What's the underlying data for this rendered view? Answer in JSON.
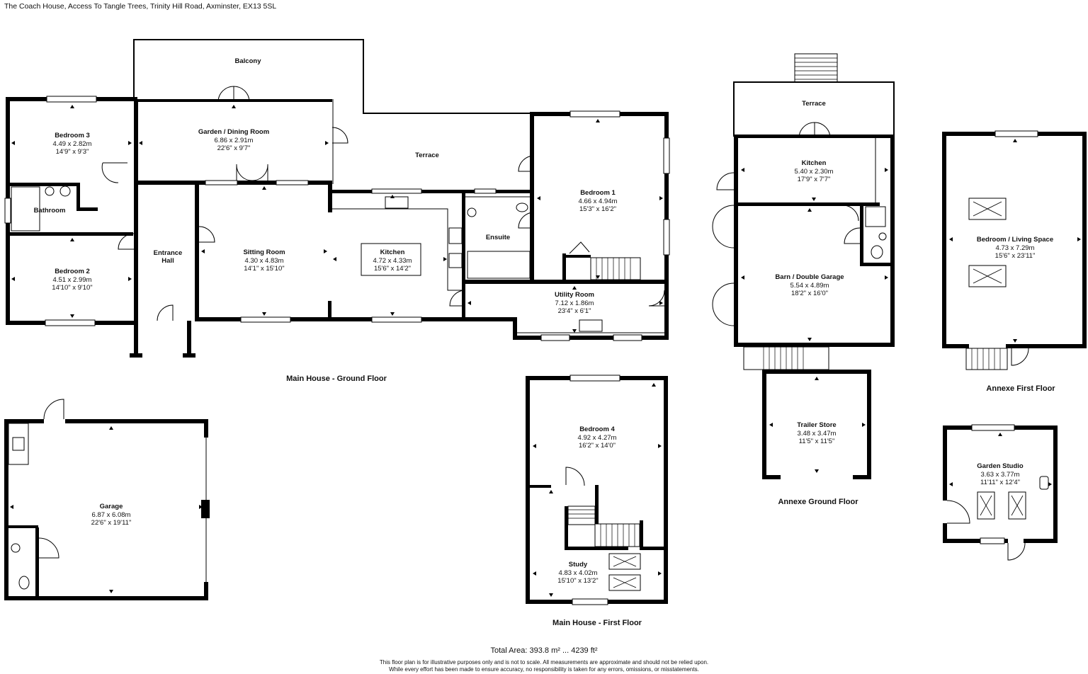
{
  "header": {
    "address": "The Coach House, Access To Tangle Trees, Trinity Hill Road, Axminster, EX13 5SL"
  },
  "sections": {
    "main_ground": "Main House - Ground Floor",
    "main_first": "Main House - First Floor",
    "annexe_ground": "Annexe Ground Floor",
    "annexe_first": "Annexe First Floor"
  },
  "rooms": {
    "balcony": {
      "name": "Balcony"
    },
    "bedroom3": {
      "name": "Bedroom 3",
      "metric": "4.49 x 2.82m",
      "imperial": "14'9\" x 9'3\""
    },
    "garden_dining": {
      "name": "Garden / Dining Room",
      "metric": "6.86 x 2.91m",
      "imperial": "22'6\" x 9'7\""
    },
    "terrace_main": {
      "name": "Terrace"
    },
    "bedroom1": {
      "name": "Bedroom 1",
      "metric": "4.66 x 4.94m",
      "imperial": "15'3\" x 16'2\""
    },
    "bathroom": {
      "name": "Bathroom"
    },
    "ensuite": {
      "name": "Ensuite"
    },
    "entrance_hall": {
      "name1": "Entrance",
      "name2": "Hall"
    },
    "sitting": {
      "name": "Sitting Room",
      "metric": "4.30 x 4.83m",
      "imperial": "14'1\" x 15'10\""
    },
    "kitchen_main": {
      "name": "Kitchen",
      "metric": "4.72 x 4.33m",
      "imperial": "15'6\" x 14'2\""
    },
    "bedroom2": {
      "name": "Bedroom 2",
      "metric": "4.51 x 2.99m",
      "imperial": "14'10\" x 9'10\""
    },
    "utility": {
      "name": "Utility Room",
      "metric": "7.12 x 1.86m",
      "imperial": "23'4\" x 6'1\""
    },
    "garage": {
      "name": "Garage",
      "metric": "6.87 x 6.08m",
      "imperial": "22'6\" x 19'11\""
    },
    "bedroom4": {
      "name": "Bedroom 4",
      "metric": "4.92 x 4.27m",
      "imperial": "16'2\" x 14'0\""
    },
    "study": {
      "name": "Study",
      "metric": "4.83 x 4.02m",
      "imperial": "15'10\" x 13'2\""
    },
    "terrace_annexe": {
      "name": "Terrace"
    },
    "kitchen_annexe": {
      "name": "Kitchen",
      "metric": "5.40 x 2.30m",
      "imperial": "17'9\" x 7'7\""
    },
    "barn": {
      "name": "Barn / Double Garage",
      "metric": "5.54 x 4.89m",
      "imperial": "18'2\" x 16'0\""
    },
    "trailer": {
      "name": "Trailer Store",
      "metric": "3.48 x 3.47m",
      "imperial": "11'5\" x 11'5\""
    },
    "bed_living": {
      "name": "Bedroom / Living Space",
      "metric": "4.73 x 7.29m",
      "imperial": "15'6\" x 23'11\""
    },
    "studio": {
      "name": "Garden Studio",
      "metric": "3.63 x 3.77m",
      "imperial": "11'11\" x 12'4\""
    }
  },
  "footer": {
    "total": "Total Area: 393.8 m² ... 4239 ft²",
    "disclaimer1": "This floor plan is for illustrative purposes only and is not to scale. All measurements are approximate and should not be relied upon.",
    "disclaimer2": "While every effort has been made to ensure accuracy, no responsibility is taken for any errors, omissions, or misstatements."
  }
}
